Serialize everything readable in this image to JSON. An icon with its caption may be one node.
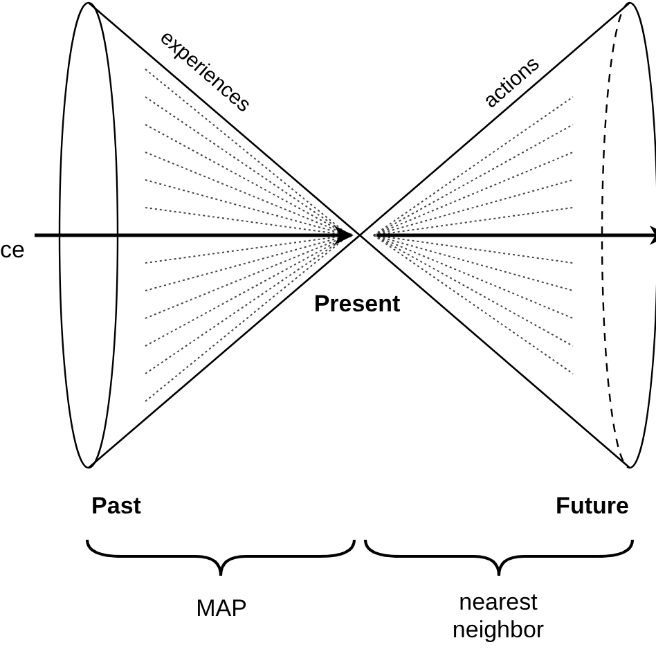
{
  "diagram": {
    "labels": [
      "ce",
      "experiences",
      "actions",
      "Present",
      "Past",
      "Future",
      "MAP",
      "nearest neighbor"
    ]
  }
}
